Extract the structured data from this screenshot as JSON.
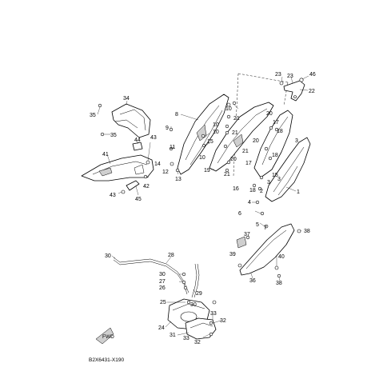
{
  "diagram_code": "B2X6431-X190",
  "fwd_label": "FWD",
  "callouts": {
    "c1": "1",
    "c2": "2",
    "c3a": "3",
    "c3b": "3",
    "c3c": "3",
    "c4": "4",
    "c5": "5",
    "c6": "6",
    "c7": "7",
    "c8": "8",
    "c9": "9",
    "c10a": "10",
    "c10b": "10",
    "c10c": "10",
    "c10d": "10",
    "c11": "11",
    "c12": "12",
    "c13": "13",
    "c14": "14",
    "c15a": "15",
    "c15b": "15",
    "c16": "16",
    "c17a": "17",
    "c17b": "17",
    "c18a": "18",
    "c18b": "18",
    "c18c": "18",
    "c19": "19",
    "c20a": "20",
    "c20b": "20",
    "c20c": "20",
    "c21a": "21",
    "c21b": "21",
    "c21c": "21",
    "c21d": "21",
    "c22": "22",
    "c23a": "23",
    "c23b": "23",
    "c24": "24",
    "c25": "25",
    "c26": "26",
    "c27": "27",
    "c28": "28",
    "c29": "29",
    "c30a": "30",
    "c30b": "30",
    "c30c": "30",
    "c31": "31",
    "c32a": "32",
    "c32b": "32",
    "c33a": "33",
    "c33b": "33",
    "c34": "34",
    "c35a": "35",
    "c35b": "35",
    "c36": "36",
    "c37": "37",
    "c38a": "38",
    "c38b": "38",
    "c39": "39",
    "c40": "40",
    "c41": "41",
    "c42": "42",
    "c43a": "43",
    "c43b": "43",
    "c44": "44",
    "c45": "45",
    "c46": "46"
  }
}
